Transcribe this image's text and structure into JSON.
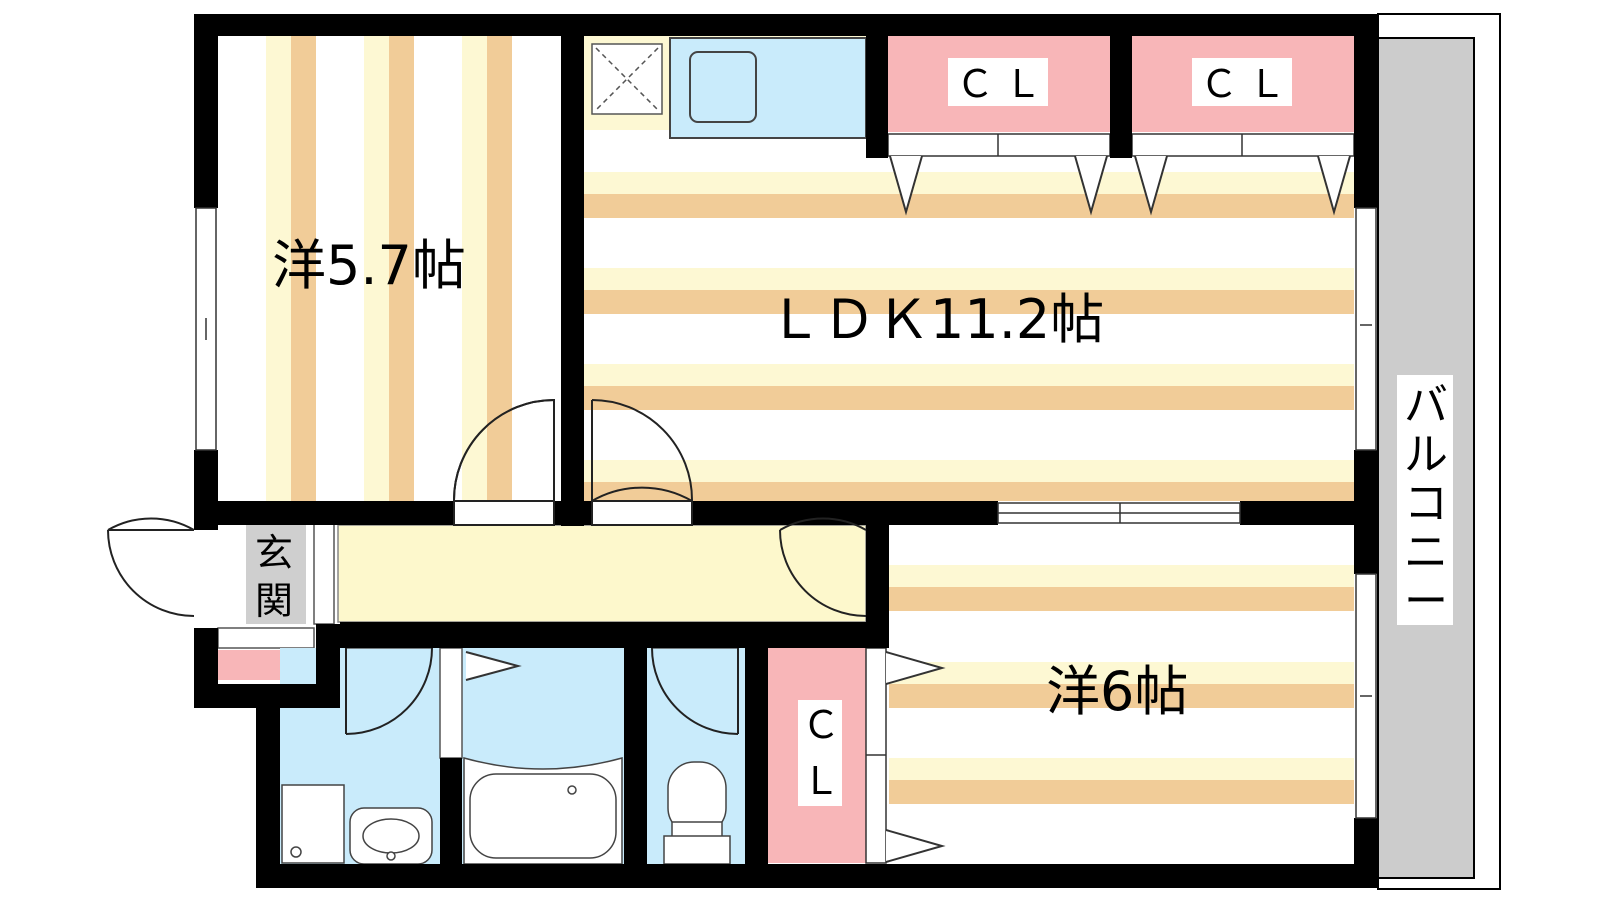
{
  "rooms": {
    "western_57": "洋5.7帖",
    "ldk": "ＬＤＫ11.2帖",
    "western_6": "洋6帖",
    "entrance_1": "玄",
    "entrance_2": "関",
    "balcony": [
      "バ",
      "ル",
      "コ",
      "ニ",
      "ー"
    ]
  },
  "closets": {
    "cl_1": "ＣＬ",
    "cl_2": "ＣＬ",
    "cl_3_1": "Ｃ",
    "cl_3_2": "Ｌ"
  },
  "colors": {
    "wall": "#000000",
    "floor_stripe": "#f1cc98",
    "floor_light": "#fdf8d3",
    "hall": "#fdf8cc",
    "wet_area": "#c9ebfb",
    "closet": "#f8b6b8",
    "entrance": "#cfcfcf",
    "balcony": "#cccccc"
  }
}
